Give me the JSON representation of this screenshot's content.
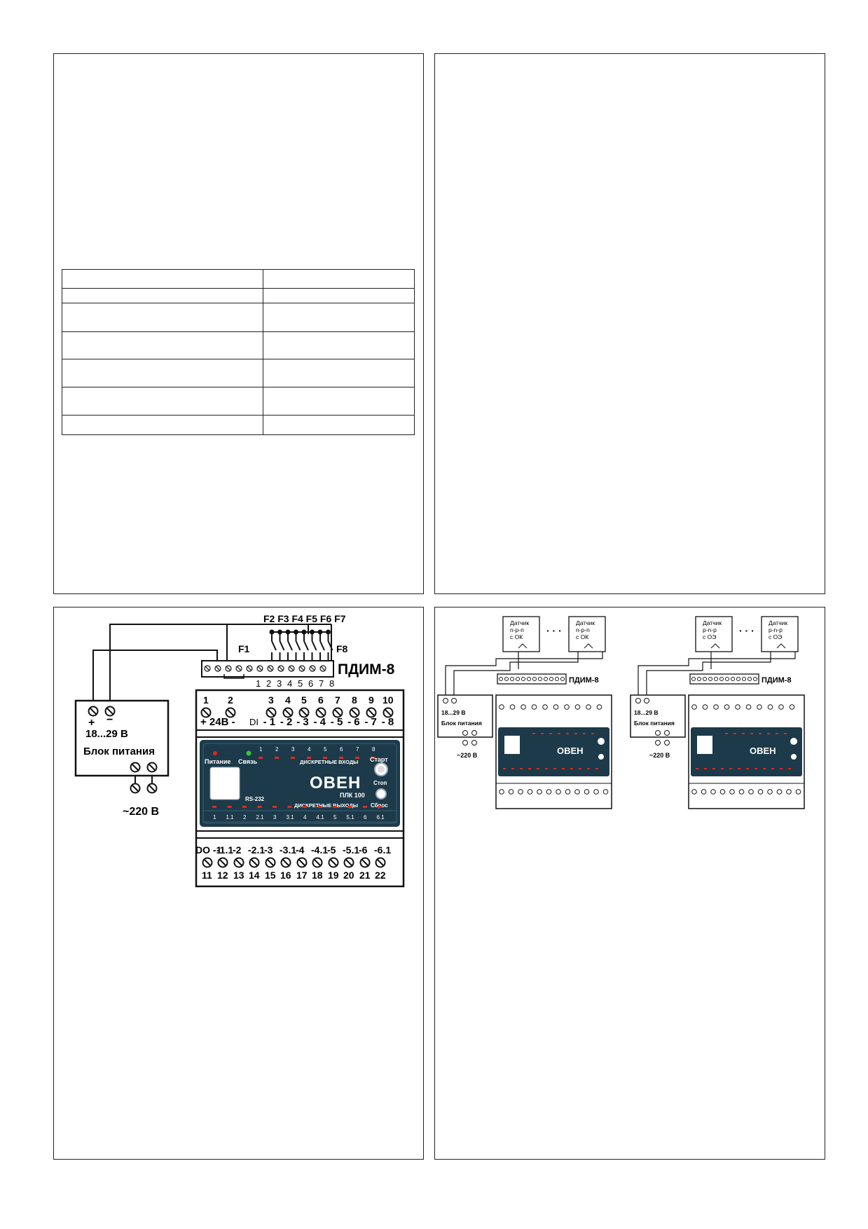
{
  "main_diagram": {
    "psu": {
      "range": "18...29 В",
      "title": "Блок питания",
      "plus": "+",
      "minus": "−",
      "mains": "~220 В"
    },
    "switches": {
      "group_top": "F2 F3 F4 F5 F6 F7",
      "first": "F1",
      "last": "F8"
    },
    "pdim": {
      "title": "ПДИМ-8",
      "numbers": [
        "1",
        "2",
        "3",
        "4",
        "5",
        "6",
        "7",
        "8"
      ]
    },
    "top_terminal_numbers": [
      "1",
      "2",
      "3",
      "4",
      "5",
      "6",
      "7",
      "8",
      "9",
      "10"
    ],
    "top_terminal_labels": [
      "+ 24В -",
      "DI",
      "- 1",
      "- 2",
      "- 3",
      "- 4",
      "- 5",
      "- 6",
      "- 7",
      "- 8"
    ],
    "device": {
      "power_label": "Питание",
      "link_label": "Связь",
      "di_numbers": [
        "1",
        "2",
        "3",
        "4",
        "5",
        "6",
        "7",
        "8"
      ],
      "di_title": "ДИСКРЕТНЫЕ ВХОДЫ",
      "brand": "ОВЕН",
      "model": "ПЛК 100",
      "port": "RS-232",
      "start": "Старт",
      "stop": "Стоп",
      "reset": "Сброс",
      "do_title": "ДИСКРЕТНЫЕ ВЫХОДЫ",
      "do_numbers": [
        "1",
        "1.1",
        "2",
        "2.1",
        "3",
        "3.1",
        "4",
        "4.1",
        "5",
        "5.1",
        "6",
        "6.1"
      ]
    },
    "bottom_labels": [
      "DO -1",
      "-1.1",
      "-2",
      "-2.1",
      "-3",
      "-3.1",
      "-4",
      "-4.1",
      "-5",
      "-5.1",
      "-6",
      "-6.1"
    ],
    "bottom_numbers": [
      "11",
      "12",
      "13",
      "14",
      "15",
      "16",
      "17",
      "18",
      "19",
      "20",
      "21",
      "22"
    ]
  },
  "small_diagrams": [
    {
      "sensor_lines": [
        "Датчик",
        "n-p-n",
        "с ОК"
      ],
      "psu_range": "18...29 В",
      "psu_title": "Блок питания",
      "mains": "~220 В",
      "pdim": "ПДИМ-8"
    },
    {
      "sensor_lines": [
        "Датчик",
        "p-n-p",
        "с ОЭ"
      ],
      "psu_range": "18...29 В",
      "psu_title": "Блок питания",
      "mains": "~220 В",
      "pdim": "ПДИМ-8"
    }
  ],
  "colors": {
    "device_body": "#1c3a4a",
    "led_red": "#e02a1a",
    "led_green": "#3cc43c",
    "line": "#111111"
  }
}
